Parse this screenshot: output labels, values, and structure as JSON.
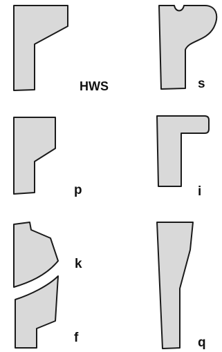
{
  "labels": {
    "hws": "HWS",
    "s": "s",
    "p": "p",
    "i": "i",
    "k": "k",
    "f": "f",
    "q": "q"
  },
  "colors": {
    "shape_fill": "#d9d9d9",
    "outline": "#1a1a1a",
    "text": "#111111"
  }
}
